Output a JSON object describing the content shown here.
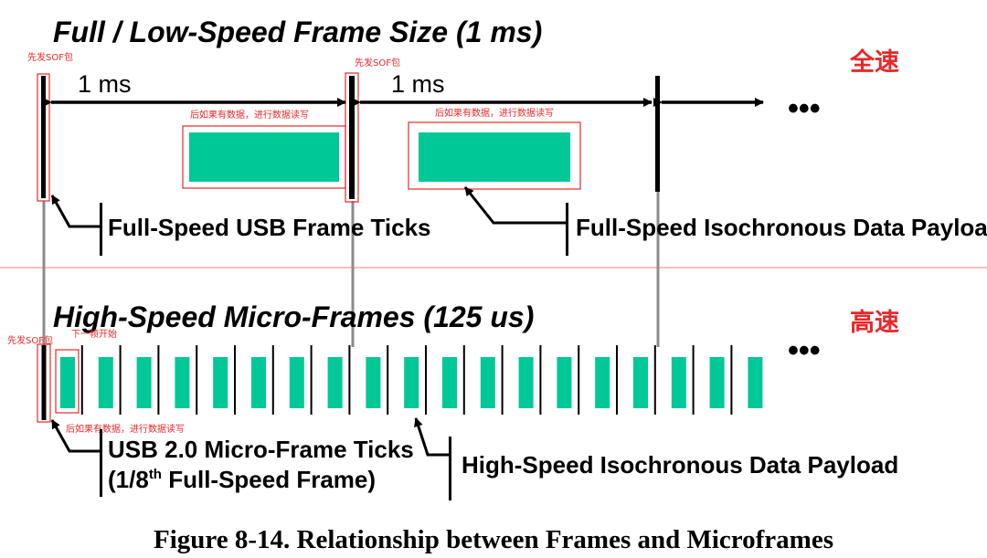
{
  "colors": {
    "payload": "#00c896",
    "red": "#e8282a",
    "black": "#000000",
    "grey_line": "#8c8c8c",
    "divider": "#f08080"
  },
  "full_speed": {
    "title": "Full / Low-Speed Frame Size (1 ms)",
    "tag": "全速",
    "ms_label_1": "1 ms",
    "ms_label_2": "1 ms",
    "ellipsis": "•••",
    "sof_note_1": "先发SOF包",
    "sof_note_2": "先发SOF包",
    "data_note_1": "后如果有数据，进行数据读写",
    "data_note_2": "后如果有数据，进行数据读写",
    "ticks_label": "Full-Speed USB Frame Ticks",
    "payload_label": "Full-Speed Isochronous Data Payload"
  },
  "high_speed": {
    "title": "High-Speed Micro-Frames (125 us)",
    "tag": "高速",
    "ellipsis": "•••",
    "sof_note": "先发SOF包",
    "next_frame_note": "下一帧开始",
    "data_note": "后如果有数据，进行数据读写",
    "ticks_label_line1": "USB 2.0 Micro-Frame Ticks",
    "ticks_label_line2_pre": "(1/8",
    "ticks_label_line2_sup": "th",
    "ticks_label_line2_post": " Full-Speed Frame)",
    "payload_label": "High-Speed Isochronous Data Payload",
    "payload_block_count": 19
  },
  "caption": "Figure 8-14.  Relationship between Frames and Microframes"
}
